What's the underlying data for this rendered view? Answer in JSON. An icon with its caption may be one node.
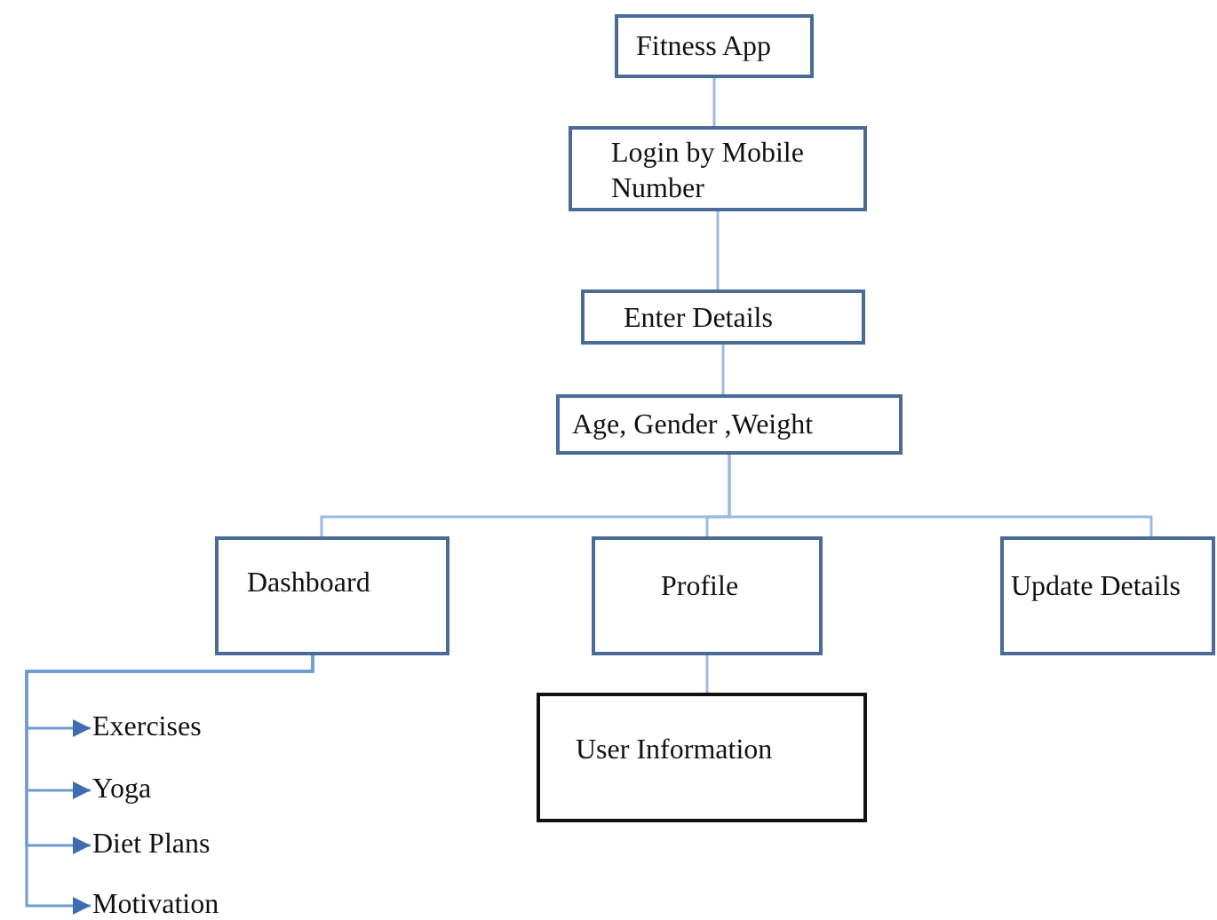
{
  "diagram": {
    "nodes": [
      {
        "text": [
          "Fitness App"
        ]
      },
      {
        "text": [
          "Login by Mobile Number"
        ]
      },
      {
        "text": [
          "Enter Details"
        ]
      },
      {
        "text": [
          "Age, Gender ,Weight"
        ]
      },
      {
        "text": [
          "Dashboard"
        ]
      },
      {
        "text": [
          "Profile"
        ]
      },
      {
        "text": [
          "Update Details"
        ]
      },
      {
        "text": [
          "User Information"
        ]
      },
      {
        "text": [
          "Exercises"
        ]
      },
      {
        "text": [
          "Yoga"
        ]
      },
      {
        "text": [
          "Diet Plans"
        ]
      },
      {
        "text": [
          "Motivation"
        ]
      }
    ],
    "edges": [
      {
        "from": 0,
        "to": 1,
        "arrow": "none"
      },
      {
        "from": 1,
        "to": 2,
        "arrow": "none"
      },
      {
        "from": 2,
        "to": 3,
        "arrow": "none"
      },
      {
        "from": 3,
        "to": 4,
        "arrow": "none"
      },
      {
        "from": 3,
        "to": 5,
        "arrow": "none"
      },
      {
        "from": 3,
        "to": 6,
        "arrow": "none"
      },
      {
        "from": 5,
        "to": 7,
        "arrow": "none"
      },
      {
        "from": 4,
        "to": 8,
        "arrow": "to"
      },
      {
        "from": 4,
        "to": 9,
        "arrow": "to"
      },
      {
        "from": 4,
        "to": 10,
        "arrow": "to"
      },
      {
        "from": 4,
        "to": 11,
        "arrow": "to"
      }
    ]
  }
}
